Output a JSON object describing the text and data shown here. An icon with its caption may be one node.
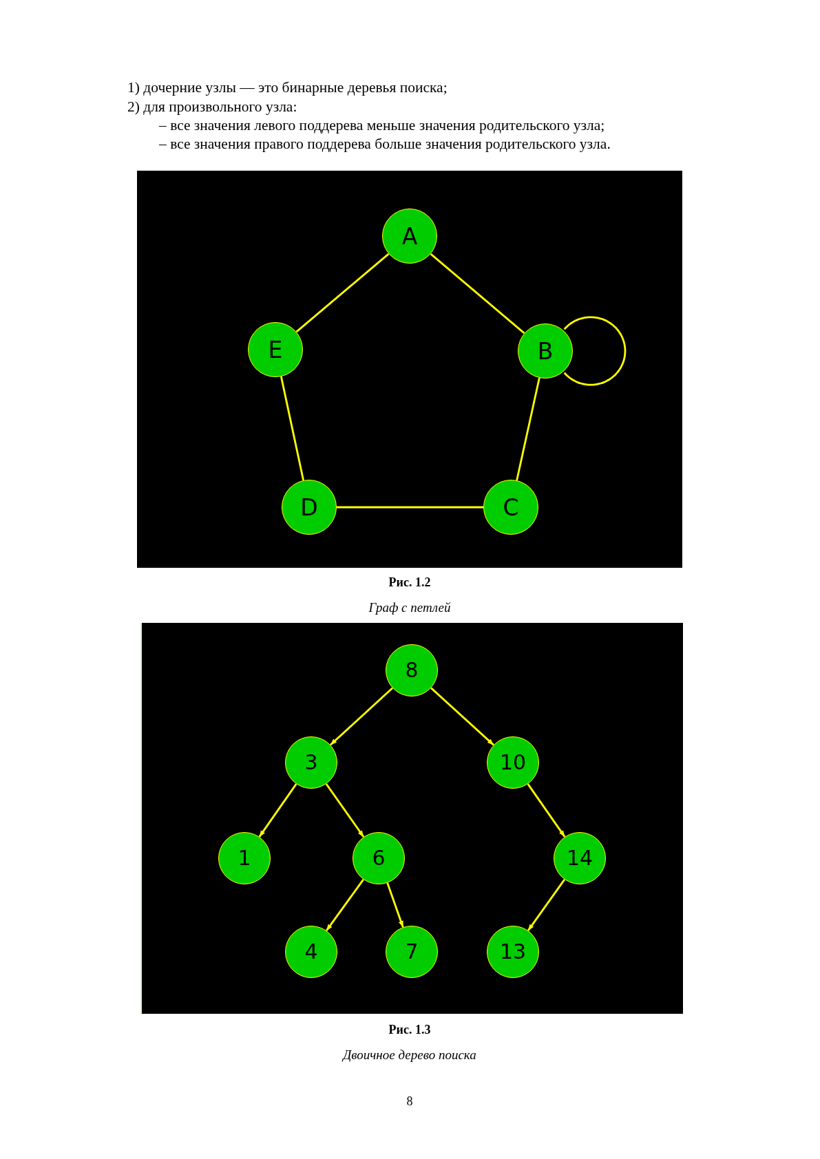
{
  "diagram": {
    "nodes": [
      {
        "text": [
          "A"
        ]
      },
      {
        "text": [
          "E"
        ]
      },
      {
        "text": [
          "B"
        ]
      },
      {
        "text": [
          "D"
        ]
      },
      {
        "text": [
          "C"
        ]
      },
      {
        "text": [
          "8"
        ]
      },
      {
        "text": [
          "3"
        ]
      },
      {
        "text": [
          "10"
        ]
      },
      {
        "text": [
          "1"
        ]
      },
      {
        "text": [
          "6"
        ]
      },
      {
        "text": [
          "14"
        ]
      },
      {
        "text": [
          "4"
        ]
      },
      {
        "text": [
          "7"
        ]
      },
      {
        "text": [
          "13"
        ]
      }
    ],
    "edges": [
      {
        "from": 0,
        "to": 2,
        "arrow": "none"
      },
      {
        "from": 0,
        "to": 1,
        "arrow": "none"
      },
      {
        "from": 2,
        "to": 2,
        "arrow": "none"
      },
      {
        "from": 1,
        "to": 3,
        "arrow": "none"
      },
      {
        "from": 2,
        "to": 4,
        "arrow": "none"
      },
      {
        "from": 3,
        "to": 4,
        "arrow": "none"
      },
      {
        "from": 5,
        "to": 6,
        "arrow": "to"
      },
      {
        "from": 5,
        "to": 7,
        "arrow": "to"
      },
      {
        "from": 6,
        "to": 8,
        "arrow": "to"
      },
      {
        "from": 6,
        "to": 9,
        "arrow": "to"
      },
      {
        "from": 7,
        "to": 10,
        "arrow": "to"
      },
      {
        "from": 9,
        "to": 11,
        "arrow": "to"
      },
      {
        "from": 9,
        "to": 12,
        "arrow": "to"
      },
      {
        "from": 10,
        "to": 13,
        "arrow": "to"
      }
    ],
    "labels": [
      "1) дочерние узлы — это бинарные деревья поиска;",
      "2) для произвольного узла:",
      "– все значения левого поддерева меньше значения родительского узла;",
      "– все значения правого поддерева больше значения родительского узла.",
      "Рис. 1.2",
      "Граф с петлей",
      "Рис. 1.3",
      "Двоичное дерево поиска",
      "8"
    ]
  }
}
